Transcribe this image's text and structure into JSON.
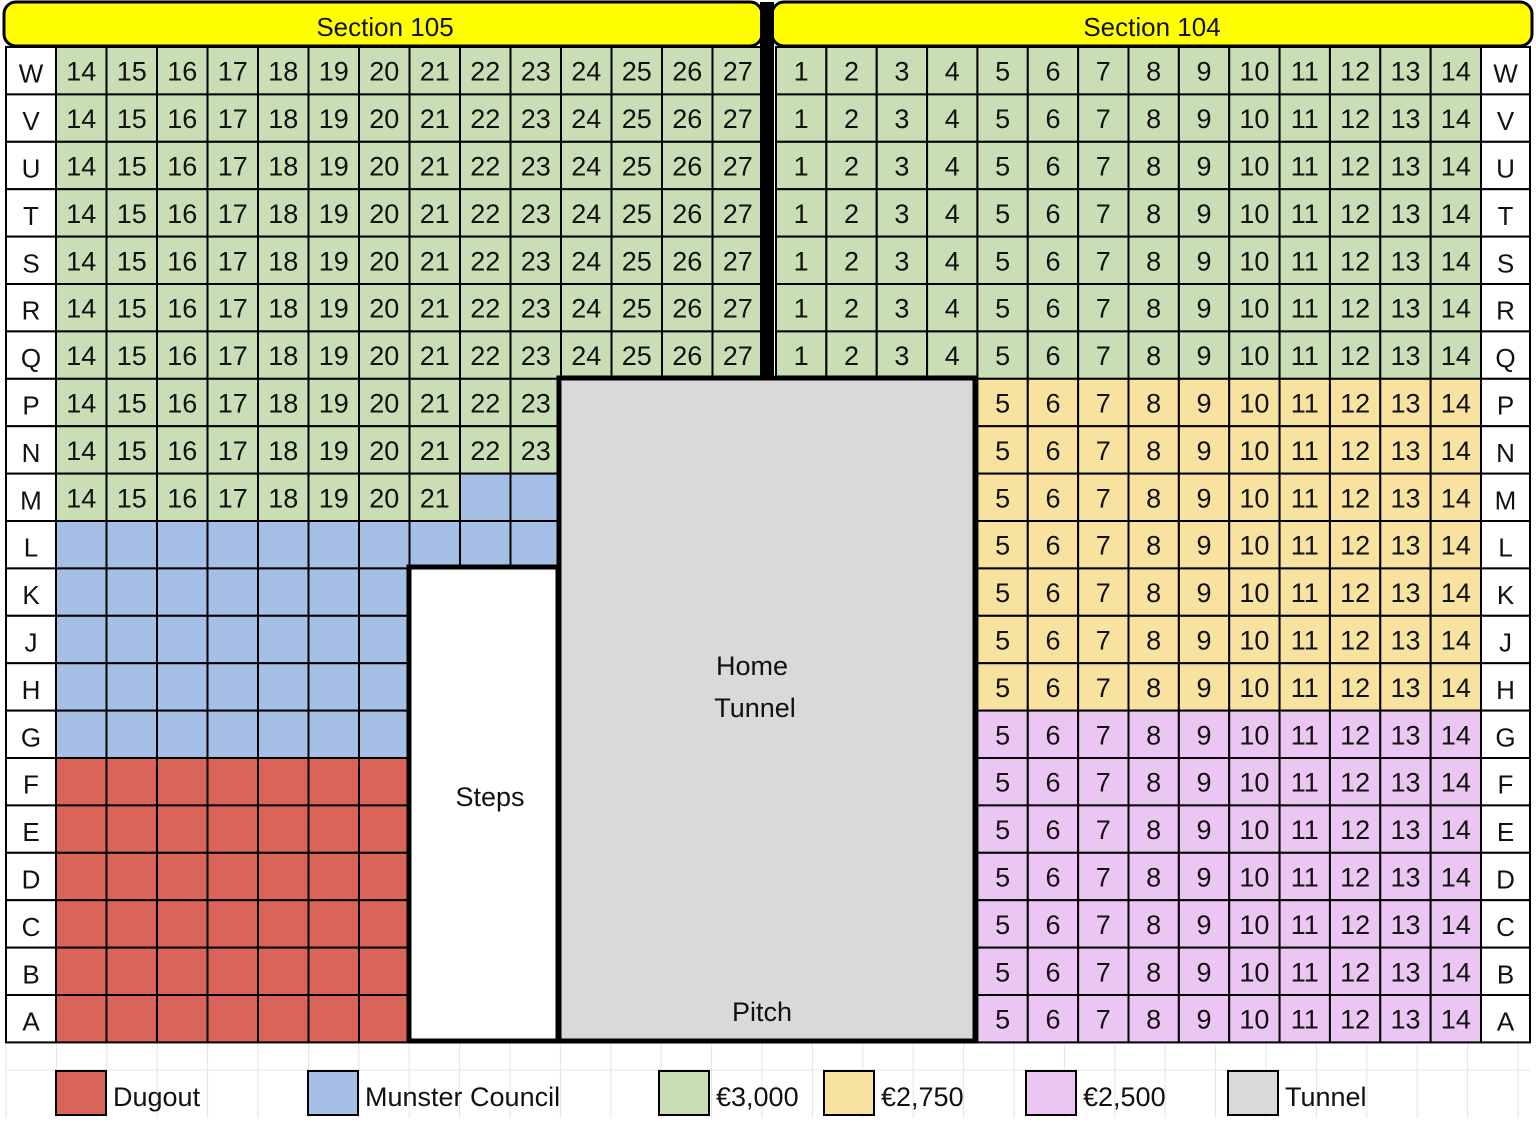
{
  "sections": {
    "left": "Section 105",
    "right": "Section 104"
  },
  "rows": [
    "W",
    "V",
    "U",
    "T",
    "S",
    "R",
    "Q",
    "P",
    "N",
    "M",
    "L",
    "K",
    "J",
    "H",
    "G",
    "F",
    "E",
    "D",
    "C",
    "B",
    "A"
  ],
  "seat_numbers": {
    "left": [
      "14",
      "15",
      "16",
      "17",
      "18",
      "19",
      "20",
      "21",
      "22",
      "23",
      "24",
      "25",
      "26",
      "27"
    ],
    "right": [
      "1",
      "2",
      "3",
      "4",
      "5",
      "6",
      "7",
      "8",
      "9",
      "10",
      "11",
      "12",
      "13",
      "14"
    ]
  },
  "zones": {
    "steps": "Steps",
    "tunnel_line1": "Home",
    "tunnel_line2": "Tunnel",
    "pitch": "Pitch"
  },
  "legend": [
    {
      "key": "dugout",
      "label": "Dugout",
      "color": "#d9645a"
    },
    {
      "key": "council",
      "label": "Munster Council",
      "color": "#a5bfe6"
    },
    {
      "key": "green",
      "label": "€3,000",
      "color": "#c9deb4"
    },
    {
      "key": "yellow",
      "label": "€2,750",
      "color": "#f7e2a0"
    },
    {
      "key": "pink",
      "label": "€2,500",
      "color": "#ecc6f2"
    },
    {
      "key": "tunnel",
      "label": "Tunnel",
      "color": "#d9d9d9"
    }
  ],
  "colors": {
    "header": "#ffff00",
    "steps": "#ffffff"
  }
}
